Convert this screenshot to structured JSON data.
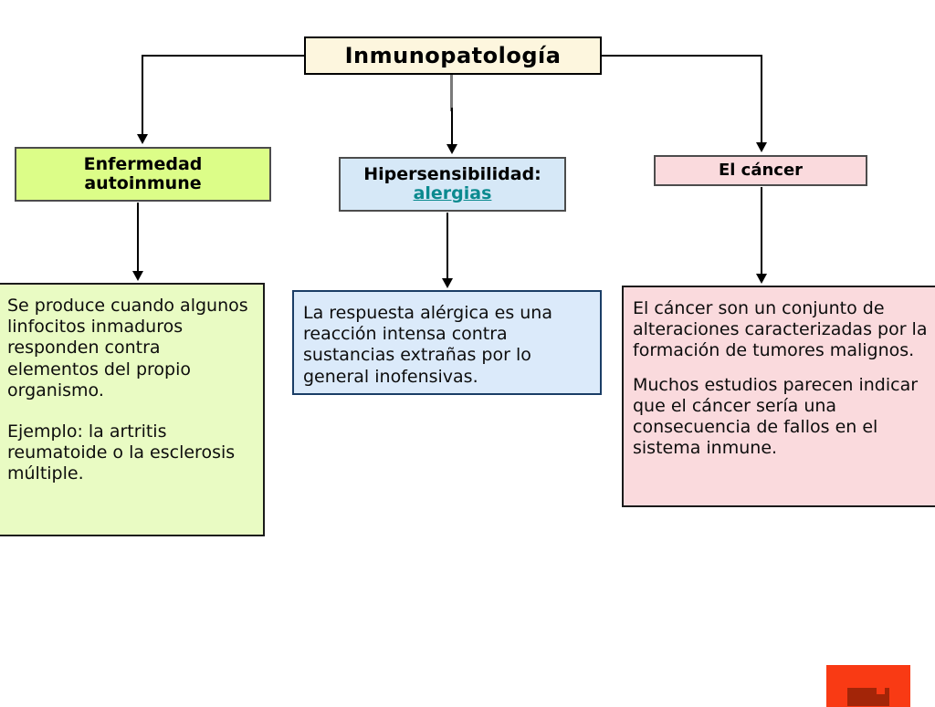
{
  "diagram": {
    "title": "Inmunopatología",
    "root": {
      "label": "Inmunopatología",
      "fill": "#fdf6de",
      "border": "#000000"
    },
    "branches": [
      {
        "id": "autoimmune",
        "header_line1": "Enfermedad",
        "header_line2": "autoinmune",
        "header_fill": "#dcfd88",
        "body_fill": "#e9fbc3",
        "paragraphs": [
          "Se produce cuando algunos linfocitos inmaduros responden contra elementos del propio organismo.",
          "Ejemplo: la artritis reumatoide o la esclerosis múltiple."
        ]
      },
      {
        "id": "hypersensitivity",
        "header_line1": "Hipersensibilidad:",
        "header_link": "alergias",
        "header_fill": "#d6e8f7",
        "link_color": "#0b8a8f",
        "body_fill": "#dbeafa",
        "paragraphs": [
          "La respuesta alérgica es una reacción intensa contra sustancias extrañas por lo general inofensivas."
        ]
      },
      {
        "id": "cancer",
        "header_line1": "El cáncer",
        "header_fill": "#fadadd",
        "body_fill": "#fadadd",
        "paragraphs": [
          "El cáncer son un conjunto de alteraciones caracterizadas por la formación de tumores malignos.",
          "Muchos estudios parecen indicar que el cáncer sería una consecuencia de fallos en el sistema inmune."
        ]
      }
    ],
    "artifact": {
      "name": "red-block",
      "color": "#f93a14",
      "inner_color": "#a32508"
    }
  }
}
